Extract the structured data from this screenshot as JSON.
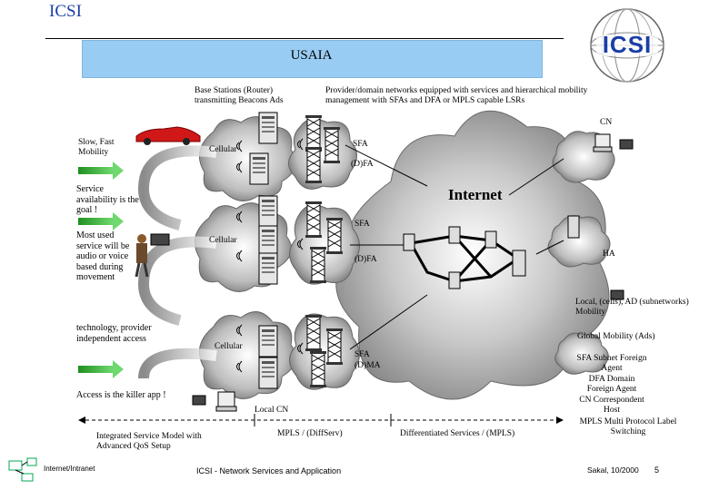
{
  "header": {
    "title": "ICSI",
    "logo_text": "ICSI"
  },
  "banner": {
    "title": "USAIA"
  },
  "labels": {
    "base_stations": "Base Stations (Router) transmitting Beacons Ads",
    "provider_networks": "Provider/domain networks equipped with services and hierarchical mobility management with SFAs and DFA or MPLS capable LSRs",
    "cn": "CN",
    "slow_fast": "Slow, Fast Mobility",
    "cellular_1": "Cellular",
    "sfa_1": "SFA",
    "dfa_1": "(D)FA",
    "service_availability": "Service availability is the goal !",
    "internet": "Internet",
    "sfa_2": "SFA",
    "cellular_2": "Cellular",
    "most_used": "Most used service will be audio or voice based during movement",
    "ha": "HA",
    "dfa_2": "(D)FA",
    "local_cells": "Local, (cells), AD (subnetworks) Mobility",
    "technology": "technology, provider independent access",
    "cellular_3": "Cellular",
    "global_mobility": "Global Mobility (Ads)",
    "sfa_3": "SFA",
    "dma": "(D)MA",
    "killer_app": "Access is the killer app !",
    "local_cn": "Local CN",
    "legend_sfa": "SFA Subnet Foreign Agent",
    "legend_dfa": "DFA Domain Foreign Agent",
    "legend_cn": "CN Correspondent Host",
    "legend_mpls": "MPLS Multi Protocol Label Switching",
    "integrated_service": "Integrated Service Model with Advanced QoS Setup",
    "mpls_diffserv": "MPLS / (DiffServ)",
    "differentiated_services": "Differentiated Services / (MPLS)"
  },
  "footer": {
    "left": "Internet/Intranet",
    "center": "ICSI - Network Services and Application",
    "author": "Sakal, 10/2000",
    "page": "5"
  }
}
